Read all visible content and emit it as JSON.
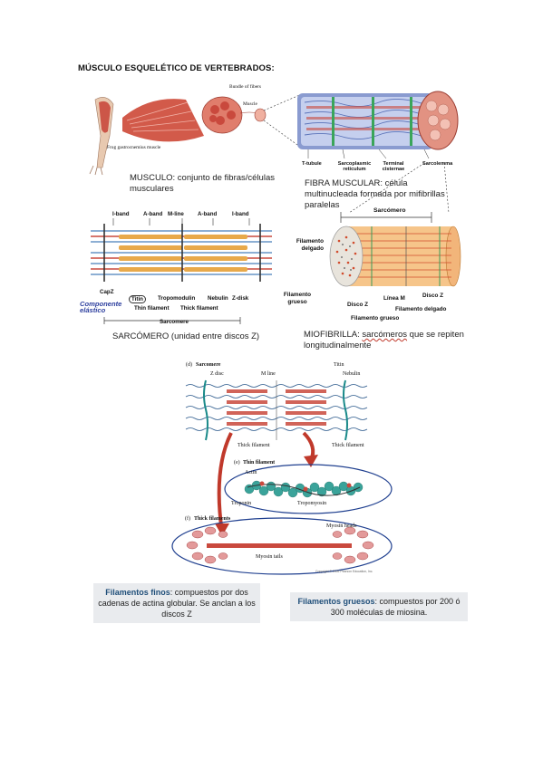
{
  "title": "MÚSCULO ESQUELÉTICO DE VERTEBRADOS:",
  "muscle": {
    "labels": {
      "bundle": "Bundle of fibers",
      "muscle": "Muscle",
      "frog": "Frog gastrocnemius muscle"
    },
    "caption": "MUSCULO: conjunto de fibras/células musculares"
  },
  "fiber": {
    "labels": {
      "ttubule": "T-tubule",
      "sr": "Sarcoplasmic reticulum",
      "cisternae": "Terminal cisternae",
      "sarcolemma": "Sarcolemma"
    },
    "caption_lead": "FIBRA MUSCULAR",
    "caption_rest": ": célula multinucleada formada por mifibrillas paralelas"
  },
  "sarcomere_top": {
    "labels": {
      "iband1": "I-band",
      "aband1": "A-band",
      "mline": "M-line",
      "aband2": "A-band",
      "iband2": "I-band",
      "capz": "CapZ",
      "titin": "Titin",
      "tropomodulin": "Tropomodulin",
      "nebulin": "Nebulin",
      "zdisk": "Z-disk",
      "thin": "Thin filament",
      "thick": "Thick filament",
      "sarcomere": "Sarcomere"
    },
    "elastic": "Componente elástico",
    "caption": "SARCÓMERO (unidad entre discos Z)"
  },
  "myofibril": {
    "labels": {
      "sarcomero": "Sarcómero",
      "delgado": "Filamento delgado",
      "grueso": "Filamento grueso",
      "discoz1": "Disco Z",
      "lineam": "Línea M",
      "discoz2": "Disco Z",
      "fdelgado": "Filamento delgado",
      "fgrueso": "Filamento grueso"
    },
    "caption_lead": "MIOFIBRILLA",
    "caption_mid": ": ",
    "caption_underlined": "sarcómeros",
    "caption_rest": " que se repiten longitudinalmente"
  },
  "lower": {
    "d": "(d)",
    "sarcomere": "Sarcomere",
    "zdisc": "Z disc",
    "mline": "M line",
    "titin": "Titin",
    "nebulin": "Nebulin",
    "thick1": "Thick filament",
    "thick2": "Thick filament",
    "e": "(e)",
    "thin_title": "Thin filament",
    "actin": "Actin",
    "troponin": "Troponin",
    "tropomyosin": "Tropomyosin",
    "f": "(f)",
    "thick_title": "Thick filaments",
    "heads": "Myosin heads",
    "tails": "Myosin tails",
    "credit": "Copyright © 2005 Pearson Education, Inc."
  },
  "boxes": {
    "fine_lead": "Filamentos finos",
    "fine_rest": ": compuestos por dos cadenas de actina globular. Se anclan a los discos Z",
    "thick_lead": "Filamentos gruesos",
    "thick_rest": ": compuestos por 200 ó 300 moléculas de miosina."
  },
  "colors": {
    "muscle": "#c9493d",
    "actin": "#2f7fd0",
    "myosin": "#e8a94a",
    "ring": "#1f3f8f",
    "arrow": "#c0392b",
    "box_title": "#1f4e79"
  }
}
